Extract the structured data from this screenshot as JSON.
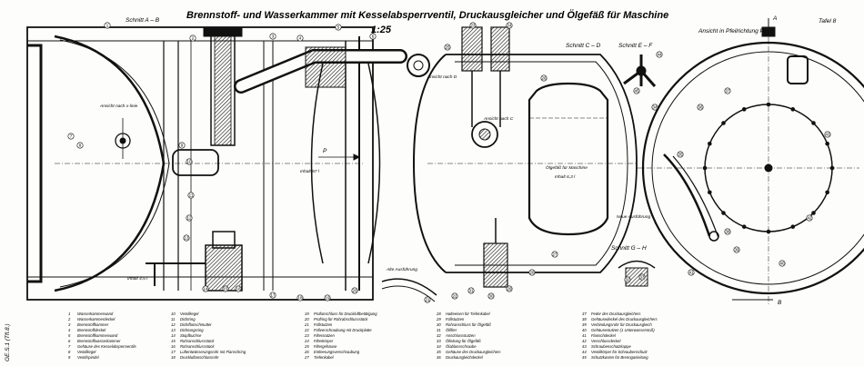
{
  "title": "Brennstoff- und Wasserkammer mit Kesselabsperrventil, Druckausgleicher und Ölgefäß für Maschine",
  "scale": "1:25",
  "plate": "Tafel 8",
  "side_id": "GE.S.1 (Tfl.8.)",
  "sections": {
    "a_b": "Schnitt A – B",
    "c_d": "Schnitt C – D",
    "e_f": "Schnitt E – F",
    "g_h": "Schnitt G – H",
    "view_arrow": "Ansicht in Pfeilrichtung P"
  },
  "labels": {
    "view_x": "Ansicht nach x-linie",
    "content_57": "Inhalt 57 l",
    "oil_vessel": "Ölgefäß für Maschine",
    "content_63": "Inhalt 6,3 l",
    "old_version": "Alte Ausführung",
    "new_version": "Neue Ausführung",
    "content_45": "Inhalt 4,5 l",
    "view_c": "Ansicht nach C",
    "view_d": "Ansicht nach D",
    "mark_p": "P",
    "mark_a": "A",
    "mark_b": "B"
  },
  "legend": [
    {
      "no": "1",
      "text": "Wasserkammerwand"
    },
    {
      "no": "2",
      "text": "Wasserkammerdeckel"
    },
    {
      "no": "3",
      "text": "Brennstoffkammer"
    },
    {
      "no": "4",
      "text": "Brennstoffdeckel"
    },
    {
      "no": "5",
      "text": "Brennstoffkammerwand"
    },
    {
      "no": "6",
      "text": "Brennstoffwasserkammer"
    },
    {
      "no": "7",
      "text": "Gehäuse des Kesselabsperrventils"
    },
    {
      "no": "8",
      "text": "Ventilkegel"
    },
    {
      "no": "9",
      "text": "Ventilspindel"
    },
    {
      "no": "10",
      "text": "Ventilkegel"
    },
    {
      "no": "11",
      "text": "Dichtring"
    },
    {
      "no": "12",
      "text": "Dichtflanschmutter"
    },
    {
      "no": "13",
      "text": "Dichtungsring"
    },
    {
      "no": "14",
      "text": "Stopfbuchse"
    },
    {
      "no": "15",
      "text": "Rohranschlussstück"
    },
    {
      "no": "16",
      "text": "Rohranschlussstück"
    },
    {
      "no": "17",
      "text": "Luftentwässerungsrohr mit Flanschring"
    },
    {
      "no": "18",
      "text": "Druckluftanschlussrohr"
    },
    {
      "no": "19",
      "text": "Prüfanschluss für Druckluftbetätigung"
    },
    {
      "no": "20",
      "text": "Prüfring für Rohrabschlussstück"
    },
    {
      "no": "21",
      "text": "Füllstutzen"
    },
    {
      "no": "22",
      "text": "Füllverschraubung mit Druckplatte"
    },
    {
      "no": "23",
      "text": "Filterstutzen"
    },
    {
      "no": "24",
      "text": "Filterkörper"
    },
    {
      "no": "25",
      "text": "Filtergehäuse"
    },
    {
      "no": "26",
      "text": "Entleerungsverschraubung"
    },
    {
      "no": "27",
      "text": "Tiefenkabel"
    },
    {
      "no": "28",
      "text": "Halteeisen für Tiefenkabel"
    },
    {
      "no": "29",
      "text": "Füllstutzen"
    },
    {
      "no": "30",
      "text": "Rohranschluss für Ölgefäß"
    },
    {
      "no": "31",
      "text": "Ölfilter"
    },
    {
      "no": "32",
      "text": "Anschlussstutzen"
    },
    {
      "no": "33",
      "text": "Ölleitung für Ölgefäß"
    },
    {
      "no": "34",
      "text": "Ölablassschraube"
    },
    {
      "no": "35",
      "text": "Gehäuse des Druckausgleichers"
    },
    {
      "no": "36",
      "text": "Druckausgleichdeckel"
    },
    {
      "no": "37",
      "text": "Feder des Druckausgleichers"
    },
    {
      "no": "38",
      "text": "Gehäusedeckel des Druckausgleichers"
    },
    {
      "no": "39",
      "text": "Verbindungsrohr für Druckausgleich"
    },
    {
      "no": "40",
      "text": "Gehäusestutzen (1 Unterwasserstoß)"
    },
    {
      "no": "41",
      "text": "Flanschdeckel"
    },
    {
      "no": "42",
      "text": "Verschlussdeckel"
    },
    {
      "no": "43",
      "text": "Schraubenschutzkappe"
    },
    {
      "no": "44",
      "text": "Ventilkörper für Schraubenschutz"
    },
    {
      "no": "45",
      "text": "Schutzkasten für Brenngasleitung"
    }
  ],
  "callouts": [
    "1",
    "2",
    "3",
    "4",
    "5",
    "6",
    "7",
    "8",
    "9",
    "10",
    "11",
    "12",
    "13",
    "14",
    "15",
    "16",
    "17",
    "18",
    "19",
    "20",
    "21",
    "22",
    "23",
    "24",
    "25",
    "26",
    "27",
    "28",
    "29",
    "30",
    "31",
    "32",
    "33",
    "34",
    "35",
    "36",
    "37",
    "38",
    "39",
    "40",
    "41",
    "42",
    "43",
    "44",
    "45"
  ]
}
